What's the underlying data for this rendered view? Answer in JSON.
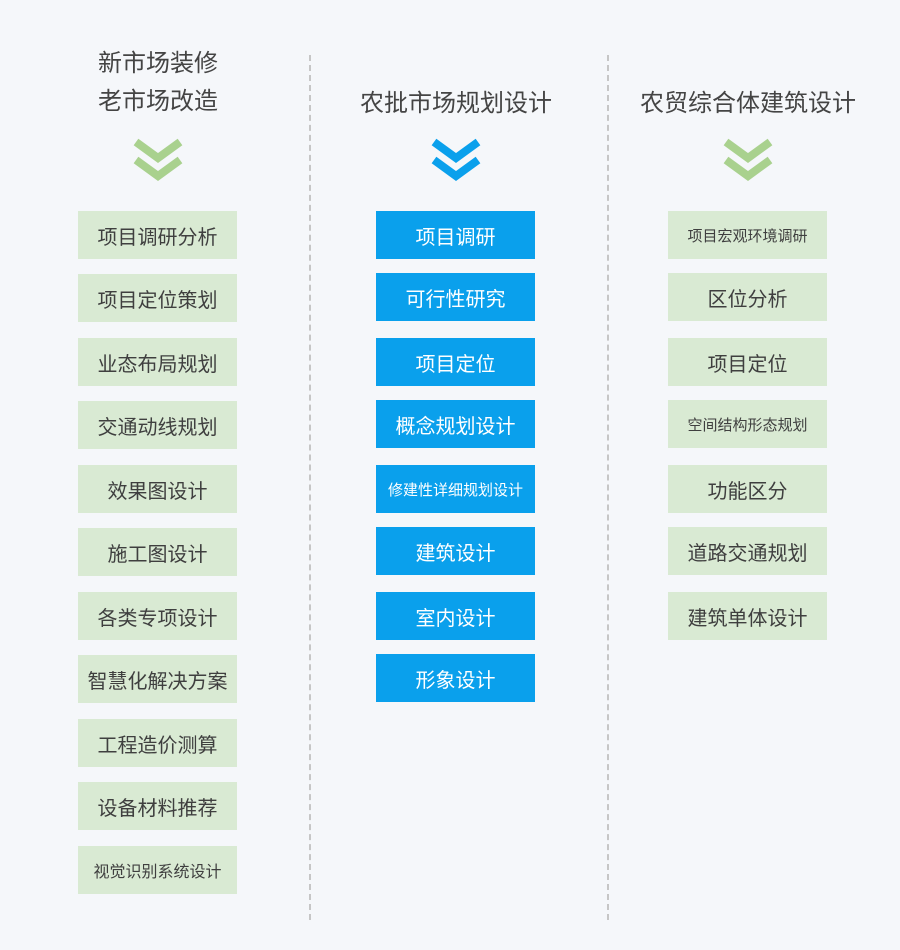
{
  "columns": [
    {
      "title_lines": [
        "新市场装修",
        "老市场改造"
      ],
      "chevron_color": "#a9d18e",
      "items": [
        "项目调研分析",
        "项目定位策划",
        "业态布局规划",
        "交通动线规划",
        "效果图设计",
        "施工图设计",
        "各类专项设计",
        "智慧化解决方案",
        "工程造价测算",
        "设备材料推荐",
        "视觉识别系统设计"
      ]
    },
    {
      "title_lines": [
        "农批市场规划设计"
      ],
      "chevron_color": "#0aa0ec",
      "items": [
        "项目调研",
        "可行性研究",
        "项目定位",
        "概念规划设计",
        "修建性详细规划设计",
        "建筑设计",
        "室内设计",
        "形象设计"
      ]
    },
    {
      "title_lines": [
        "农贸综合体建筑设计"
      ],
      "chevron_color": "#a9d18e",
      "items": [
        "项目宏观环境调研",
        "区位分析",
        "项目定位",
        "空间结构形态规划",
        "功能区分",
        "道路交通规划",
        "建筑单体设计"
      ]
    }
  ],
  "colors": {
    "green_box": "#d9ead3",
    "blue_box": "#0aa0ec",
    "divider": "#c6c6c6"
  }
}
